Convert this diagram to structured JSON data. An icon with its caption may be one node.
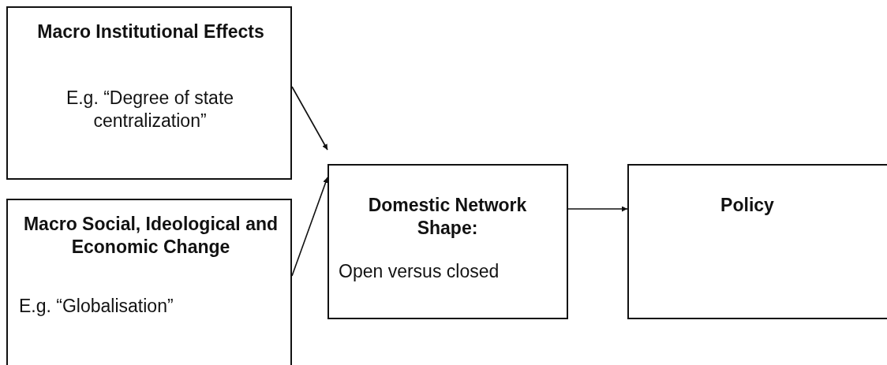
{
  "diagram": {
    "nodes": [
      {
        "text": [
          "Macro Institutional Effects",
          "E.g. “Degree of state centralization”"
        ]
      },
      {
        "text": [
          "Macro Social, Ideological and Economic Change",
          "E.g. “Globalisation”"
        ]
      },
      {
        "text": [
          "Domestic Network Shape:",
          "Open versus closed"
        ]
      },
      {
        "text": [
          "Policy"
        ]
      }
    ],
    "edges": [
      {
        "from": 0,
        "to": 2,
        "arrow": "to"
      },
      {
        "from": 1,
        "to": 2,
        "arrow": "to"
      },
      {
        "from": 2,
        "to": 3,
        "arrow": "to"
      }
    ]
  }
}
